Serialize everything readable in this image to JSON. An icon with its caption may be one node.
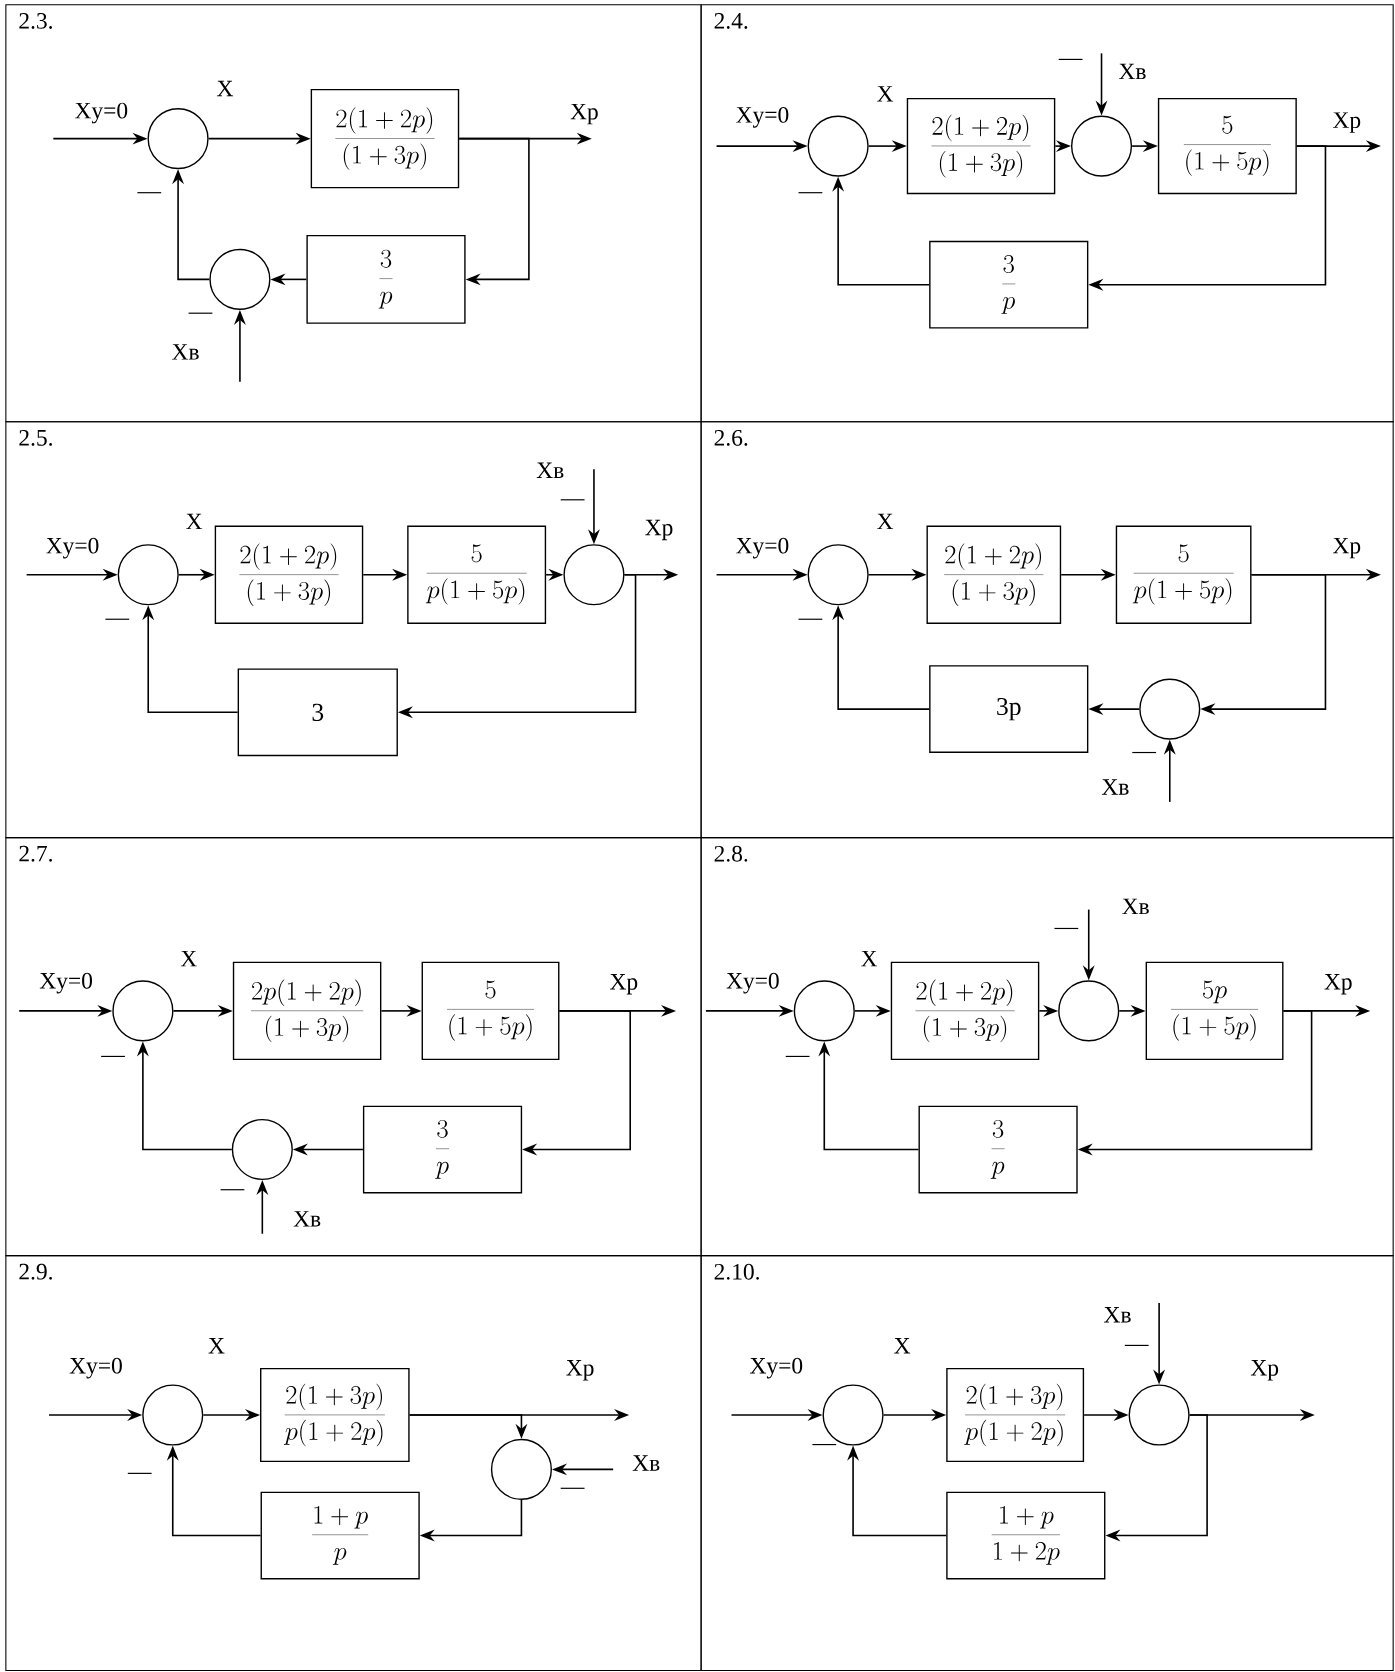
{
  "diagram": {
    "nodes": [
      {
        "text": [
          "2.3."
        ]
      },
      {
        "text": [],
        "shape": "circle",
        "in": 0
      },
      {
        "text": [
          "\\frac{2(1+2p)}{(1+3p)}"
        ],
        "in": 0
      },
      {
        "text": [],
        "shape": "circle",
        "in": 0
      },
      {
        "text": [
          "\\frac{3}{p}"
        ],
        "in": 0
      },
      {
        "text": [
          "2.4."
        ]
      },
      {
        "text": [],
        "shape": "circle",
        "in": 5
      },
      {
        "text": [
          "\\frac{2(1+2p)}{(1+3p)}"
        ],
        "in": 5
      },
      {
        "text": [],
        "shape": "circle",
        "in": 5
      },
      {
        "text": [
          "\\frac{5}{(1+5p)}"
        ],
        "in": 5
      },
      {
        "text": [
          "\\frac{3}{p}"
        ],
        "in": 5
      },
      {
        "text": [
          "2.5."
        ]
      },
      {
        "text": [],
        "shape": "circle",
        "in": 11
      },
      {
        "text": [
          "\\frac{2(1+2p)}{(1+3p)}"
        ],
        "in": 11
      },
      {
        "text": [
          "\\frac{5}{p(1+5p)}"
        ],
        "in": 11
      },
      {
        "text": [],
        "shape": "circle",
        "in": 11
      },
      {
        "text": [
          "3"
        ],
        "in": 11
      },
      {
        "text": [
          "2.6."
        ]
      },
      {
        "text": [],
        "shape": "circle",
        "in": 17
      },
      {
        "text": [
          "\\frac{2(1+2p)}{(1+3p)}"
        ],
        "in": 17
      },
      {
        "text": [
          "\\frac{5}{p(1+5p)}"
        ],
        "in": 17
      },
      {
        "text": [
          "3p"
        ],
        "in": 17
      },
      {
        "text": [],
        "shape": "circle",
        "in": 17
      },
      {
        "text": [
          "2.7."
        ]
      },
      {
        "text": [],
        "shape": "circle",
        "in": 23
      },
      {
        "text": [
          "\\frac{2p(1+2p)}{(1+3p)}"
        ],
        "in": 23
      },
      {
        "text": [
          "\\frac{5}{(1+5p)}"
        ],
        "in": 23
      },
      {
        "text": [],
        "shape": "circle",
        "in": 23
      },
      {
        "text": [
          "\\frac{3}{p}"
        ],
        "in": 23
      },
      {
        "text": [
          "2.8."
        ]
      },
      {
        "text": [],
        "shape": "circle",
        "in": 29
      },
      {
        "text": [
          "\\frac{2(1+2p)}{(1+3p)}"
        ],
        "in": 29
      },
      {
        "text": [],
        "shape": "circle",
        "in": 29
      },
      {
        "text": [
          "\\frac{5p}{(1+5p)}"
        ],
        "in": 29
      },
      {
        "text": [
          "\\frac{3}{p}"
        ],
        "in": 29
      },
      {
        "text": [
          "2.9."
        ]
      },
      {
        "text": [],
        "shape": "circle",
        "in": 35
      },
      {
        "text": [
          "\\frac{2(1+3p)}{p(1+2p)}"
        ],
        "in": 35
      },
      {
        "text": [],
        "shape": "circle",
        "in": 35
      },
      {
        "text": [
          "\\frac{1+p}{p}"
        ],
        "in": 35
      },
      {
        "text": [
          "2.10."
        ]
      },
      {
        "text": [],
        "shape": "circle",
        "in": 40
      },
      {
        "text": [
          "\\frac{2(1+3p)}{p(1+2p)}"
        ],
        "in": 40
      },
      {
        "text": [],
        "shape": "circle",
        "in": 40
      },
      {
        "text": [
          "\\frac{1+p}{1+2p}"
        ],
        "in": 40
      }
    ],
    "edges": [
      {
        "from": null,
        "to": 1,
        "arrow": "to",
        "label": "Xy=0"
      },
      {
        "from": 1,
        "to": 2,
        "arrow": "to",
        "label": "X"
      },
      {
        "from": 2,
        "to": null,
        "arrow": "to",
        "label": "Xp"
      },
      {
        "from": 2,
        "to": 4,
        "arrow": "to"
      },
      {
        "from": 4,
        "to": 3,
        "arrow": "to"
      },
      {
        "from": 3,
        "to": 1,
        "arrow": "to"
      },
      {
        "from": null,
        "to": 3,
        "arrow": "to",
        "label": "Xв"
      },
      {
        "from": null,
        "to": 6,
        "arrow": "to",
        "label": "Xy=0"
      },
      {
        "from": 6,
        "to": 7,
        "arrow": "to",
        "label": "X"
      },
      {
        "from": 7,
        "to": 8,
        "arrow": "to"
      },
      {
        "from": 8,
        "to": 9,
        "arrow": "to"
      },
      {
        "from": 9,
        "to": null,
        "arrow": "to",
        "label": "Xp"
      },
      {
        "from": 9,
        "to": 10,
        "arrow": "to"
      },
      {
        "from": 10,
        "to": 6,
        "arrow": "to"
      },
      {
        "from": null,
        "to": 8,
        "arrow": "to",
        "label": "Xв"
      },
      {
        "from": null,
        "to": 12,
        "arrow": "to",
        "label": "Xy=0"
      },
      {
        "from": 12,
        "to": 13,
        "arrow": "to",
        "label": "X"
      },
      {
        "from": 13,
        "to": 14,
        "arrow": "to"
      },
      {
        "from": 14,
        "to": 15,
        "arrow": "to"
      },
      {
        "from": 15,
        "to": null,
        "arrow": "to",
        "label": "Xp"
      },
      {
        "from": 15,
        "to": 16,
        "arrow": "to"
      },
      {
        "from": 16,
        "to": 12,
        "arrow": "to"
      },
      {
        "from": null,
        "to": 15,
        "arrow": "to",
        "label": "Xв"
      },
      {
        "from": null,
        "to": 18,
        "arrow": "to",
        "label": "Xy=0"
      },
      {
        "from": 18,
        "to": 19,
        "arrow": "to",
        "label": "X"
      },
      {
        "from": 19,
        "to": 20,
        "arrow": "to"
      },
      {
        "from": 20,
        "to": null,
        "arrow": "to",
        "label": "Xp"
      },
      {
        "from": 20,
        "to": 22,
        "arrow": "to"
      },
      {
        "from": 22,
        "to": 21,
        "arrow": "to"
      },
      {
        "from": 21,
        "to": 18,
        "arrow": "to"
      },
      {
        "from": null,
        "to": 22,
        "arrow": "to",
        "label": "Xв"
      },
      {
        "from": null,
        "to": 24,
        "arrow": "to",
        "label": "Xy=0"
      },
      {
        "from": 24,
        "to": 25,
        "arrow": "to",
        "label": "X"
      },
      {
        "from": 25,
        "to": 26,
        "arrow": "to"
      },
      {
        "from": 26,
        "to": null,
        "arrow": "to",
        "label": "Xp"
      },
      {
        "from": 26,
        "to": 28,
        "arrow": "to"
      },
      {
        "from": 28,
        "to": 27,
        "arrow": "to"
      },
      {
        "from": 27,
        "to": 24,
        "arrow": "to"
      },
      {
        "from": null,
        "to": 27,
        "arrow": "to",
        "label": "Xв"
      },
      {
        "from": null,
        "to": 30,
        "arrow": "to",
        "label": "Xy=0"
      },
      {
        "from": 30,
        "to": 31,
        "arrow": "to",
        "label": "X"
      },
      {
        "from": 31,
        "to": 32,
        "arrow": "to"
      },
      {
        "from": 32,
        "to": 33,
        "arrow": "to"
      },
      {
        "from": 33,
        "to": null,
        "arrow": "to",
        "label": "Xp"
      },
      {
        "from": 33,
        "to": 34,
        "arrow": "to"
      },
      {
        "from": 34,
        "to": 30,
        "arrow": "to"
      },
      {
        "from": null,
        "to": 32,
        "arrow": "to",
        "label": "Xв"
      },
      {
        "from": null,
        "to": 36,
        "arrow": "to",
        "label": "Xy=0"
      },
      {
        "from": 36,
        "to": 37,
        "arrow": "to",
        "label": "X"
      },
      {
        "from": 37,
        "to": null,
        "arrow": "to",
        "label": "Xp"
      },
      {
        "from": 37,
        "to": 38,
        "arrow": "to"
      },
      {
        "from": null,
        "to": 38,
        "arrow": "to",
        "label": "Xв"
      },
      {
        "from": 38,
        "to": 39,
        "arrow": "to"
      },
      {
        "from": 39,
        "to": 36,
        "arrow": "to"
      },
      {
        "from": null,
        "to": 41,
        "arrow": "to",
        "label": "Xy=0"
      },
      {
        "from": 41,
        "to": 42,
        "arrow": "to",
        "label": "X"
      },
      {
        "from": 42,
        "to": 43,
        "arrow": "to"
      },
      {
        "from": 43,
        "to": null,
        "arrow": "to",
        "label": "Xp"
      },
      {
        "from": 43,
        "to": 44,
        "arrow": "to"
      },
      {
        "from": 44,
        "to": 41,
        "arrow": "to"
      },
      {
        "from": null,
        "to": 43,
        "arrow": "to",
        "label": "Xв"
      }
    ],
    "labels": [
      "—",
      "—",
      "—",
      "—",
      "—",
      "—",
      "—",
      "—",
      "—",
      "—",
      "—",
      "—",
      "—",
      "—",
      "—",
      "—"
    ]
  }
}
